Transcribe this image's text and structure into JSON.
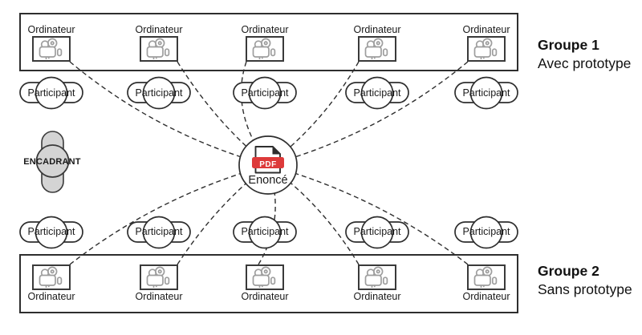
{
  "diagram": {
    "labels": {
      "computer": "Ordinateur",
      "participant": "Participant",
      "supervisor": "ENCADRANT",
      "statement": "Enoncé",
      "pdf_badge": "PDF"
    },
    "group1": {
      "title": "Groupe 1",
      "subtitle": "Avec prototype"
    },
    "group2": {
      "title": "Groupe 2",
      "subtitle": "Sans prototype"
    },
    "counts": {
      "group1_computers": 5,
      "group1_participants": 5,
      "group2_computers": 5,
      "group2_participants": 5
    },
    "colors": {
      "pdf_red": "#dd3a3a",
      "pdf_red_border": "#b92f2f",
      "supervisor_fill": "#d4d4d4",
      "outline": "#2e2e2e",
      "camera_gray": "#9e9e9e"
    },
    "icons": {
      "computer_icon": "video-camera-icon",
      "statement_icon": "pdf-file-icon"
    }
  }
}
